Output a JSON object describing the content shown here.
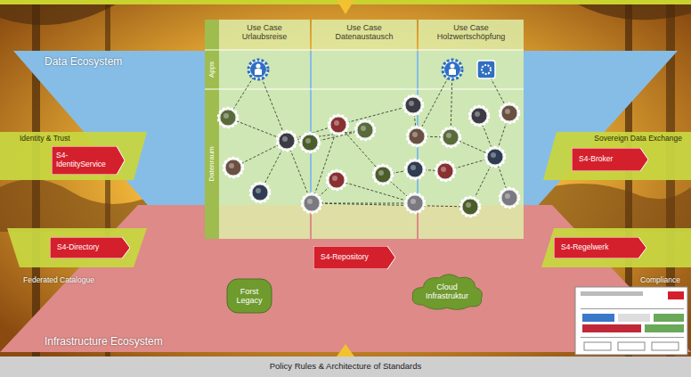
{
  "diagram": {
    "nodes": [
      {
        "text": [
          "Data Ecosystem"
        ]
      },
      {
        "text": [
          "Use Case Urlaubsreise"
        ]
      },
      {
        "text": [
          "Use Case Datenaustausch"
        ]
      },
      {
        "text": [
          "Use Case Holzwertschöpfung"
        ]
      },
      {
        "text": [
          "Identity & Trust"
        ]
      },
      {
        "text": [
          "S4-IdentityService"
        ],
        "in": 4
      },
      {
        "text": [
          "Sovereign Data Exchange"
        ]
      },
      {
        "text": [
          "S4-Broker"
        ],
        "in": 6
      },
      {
        "text": [
          "Infrastructure Ecosystem"
        ]
      },
      {
        "text": [
          "Federated Catalogue"
        ]
      },
      {
        "text": [
          "S4-Directory"
        ],
        "in": 9
      },
      {
        "text": [
          "Compliance"
        ]
      },
      {
        "text": [
          "S4-Regelwerk"
        ],
        "in": 11
      },
      {
        "text": [
          "S4-Repository"
        ]
      },
      {
        "text": [
          "Forst Legacy"
        ]
      },
      {
        "text": [
          "Cloud Infrastruktur"
        ]
      },
      {
        "text": [
          "Policy Rules & Architecture of Standards"
        ]
      }
    ],
    "labels": [
      "Apps",
      "Datenraum"
    ]
  }
}
